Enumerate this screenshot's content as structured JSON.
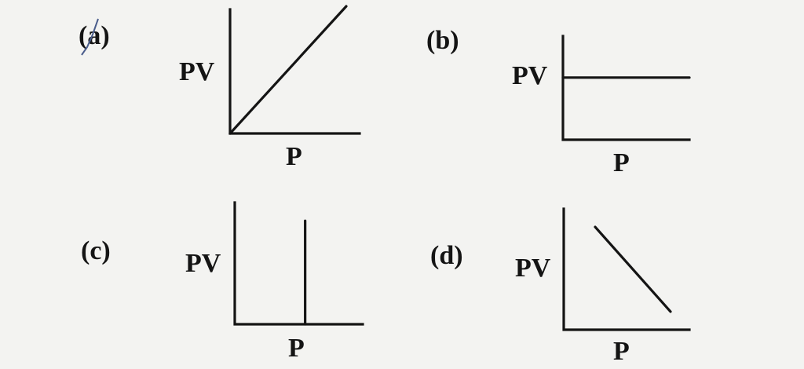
{
  "chart_data": [
    {
      "type": "line",
      "option_label": "(a)",
      "xlabel": "P",
      "ylabel": "PV",
      "series": [
        {
          "x": [
            0,
            1
          ],
          "y": [
            0,
            1
          ]
        }
      ]
    },
    {
      "type": "line",
      "option_label": "(b)",
      "xlabel": "P",
      "ylabel": "PV",
      "series": [
        {
          "x": [
            0,
            1
          ],
          "y": [
            0.6,
            0.6
          ]
        }
      ]
    },
    {
      "type": "line",
      "option_label": "(c)",
      "xlabel": "P",
      "ylabel": "PV",
      "series": [
        {
          "x": [
            0.55,
            0.55
          ],
          "y": [
            0,
            0.85
          ]
        }
      ]
    },
    {
      "type": "line",
      "option_label": "(d)",
      "xlabel": "P",
      "ylabel": "PV",
      "series": [
        {
          "x": [
            0.25,
            0.85
          ],
          "y": [
            0.85,
            0.15
          ]
        }
      ]
    }
  ]
}
